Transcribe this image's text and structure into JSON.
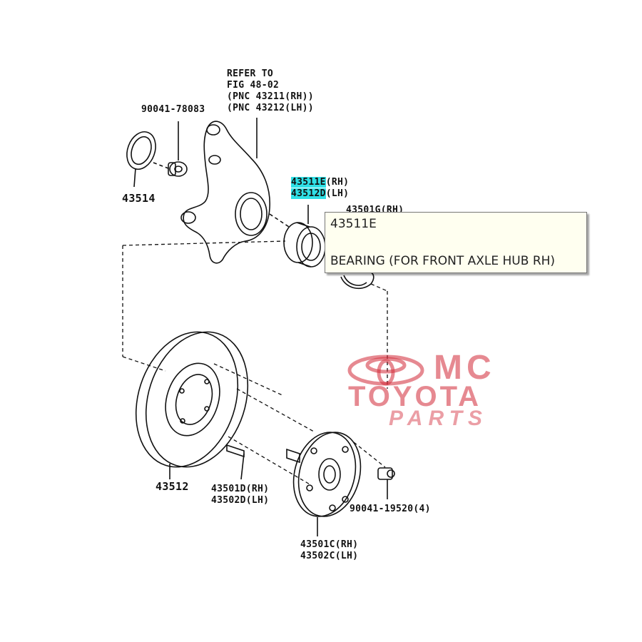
{
  "callouts": {
    "refer_lines": [
      "REFER TO",
      "FIG 48-02",
      "(PNC 43211(RH))",
      "(PNC 43212(LH))"
    ],
    "bolt_upper": "90041-78083",
    "seal": "43514",
    "bearing_rh": "43511E(RH)",
    "bearing_lh": "43512D(LH)",
    "behind_tooltip": "43501G(RH)",
    "disc": "43512",
    "stud_rh": "43501D(RH)",
    "stud_lh": "43502D(LH)",
    "bolt_lower": "90041-19520(4)",
    "hub_rh": "43501C(RH)",
    "hub_lh": "43502C(LH)"
  },
  "tooltip": {
    "part_number": "43511E",
    "description": "BEARING (FOR FRONT AXLE HUB RH)"
  },
  "watermark": {
    "line1": "MC",
    "line2": "TOYOTA",
    "line3": "PARTS"
  },
  "colors": {
    "highlight": "#2fe0e6",
    "watermark": "#d22837"
  }
}
